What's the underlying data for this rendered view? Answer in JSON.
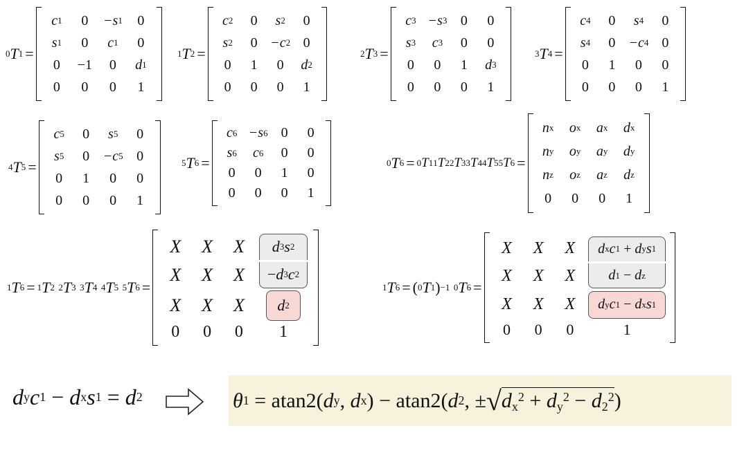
{
  "matrices": {
    "T01": {
      "sup": "0",
      "base": "T",
      "sub": "1",
      "rows": [
        [
          "c",
          "0",
          "−s",
          "0"
        ],
        [
          "s",
          "0",
          "c",
          "0"
        ],
        [
          "0",
          "−1",
          "0",
          "d"
        ],
        [
          "0",
          "0",
          "0",
          "1"
        ]
      ],
      "subs": [
        [
          "1",
          "",
          "1",
          ""
        ],
        [
          "1",
          "",
          "1",
          ""
        ],
        [
          "",
          "",
          "",
          "1"
        ],
        [
          "",
          "",
          "",
          ""
        ]
      ]
    },
    "T12": {
      "sup": "1",
      "base": "T",
      "sub": "2",
      "rows": [
        [
          "c",
          "0",
          "s",
          "0"
        ],
        [
          "s",
          "0",
          "−c",
          "0"
        ],
        [
          "0",
          "1",
          "0",
          "d"
        ],
        [
          "0",
          "0",
          "0",
          "1"
        ]
      ],
      "subs": [
        [
          "2",
          "",
          "2",
          ""
        ],
        [
          "2",
          "",
          "2",
          ""
        ],
        [
          "",
          "",
          "",
          "2"
        ],
        [
          "",
          "",
          "",
          ""
        ]
      ]
    },
    "T23": {
      "sup": "2",
      "base": "T",
      "sub": "3",
      "rows": [
        [
          "c",
          "−s",
          "0",
          "0"
        ],
        [
          "s",
          "c",
          "0",
          "0"
        ],
        [
          "0",
          "0",
          "1",
          "d"
        ],
        [
          "0",
          "0",
          "0",
          "1"
        ]
      ],
      "subs": [
        [
          "3",
          "3",
          "",
          ""
        ],
        [
          "3",
          "3",
          "",
          ""
        ],
        [
          "",
          "",
          "",
          "3"
        ],
        [
          "",
          "",
          "",
          ""
        ]
      ]
    },
    "T34": {
      "sup": "3",
      "base": "T",
      "sub": "4",
      "rows": [
        [
          "c",
          "0",
          "s",
          "0"
        ],
        [
          "s",
          "0",
          "−c",
          "0"
        ],
        [
          "0",
          "1",
          "0",
          "0"
        ],
        [
          "0",
          "0",
          "0",
          "1"
        ]
      ],
      "subs": [
        [
          "4",
          "",
          "4",
          ""
        ],
        [
          "4",
          "",
          "4",
          ""
        ],
        [
          "",
          "",
          "",
          ""
        ],
        [
          "",
          "",
          "",
          ""
        ]
      ]
    },
    "T45": {
      "sup": "4",
      "base": "T",
      "sub": "5",
      "rows": [
        [
          "c",
          "0",
          "s",
          "0"
        ],
        [
          "s",
          "0",
          "−c",
          "0"
        ],
        [
          "0",
          "1",
          "0",
          "0"
        ],
        [
          "0",
          "0",
          "0",
          "1"
        ]
      ],
      "subs": [
        [
          "5",
          "",
          "5",
          ""
        ],
        [
          "5",
          "",
          "5",
          ""
        ],
        [
          "",
          "",
          "",
          ""
        ],
        [
          "",
          "",
          "",
          ""
        ]
      ]
    },
    "T56": {
      "sup": "5",
      "base": "T",
      "sub": "6",
      "rows": [
        [
          "c",
          "−s",
          "0",
          "0"
        ],
        [
          "s",
          "c",
          "0",
          "0"
        ],
        [
          "0",
          "0",
          "1",
          "0"
        ],
        [
          "0",
          "0",
          "0",
          "1"
        ]
      ],
      "subs": [
        [
          "6",
          "6",
          "",
          ""
        ],
        [
          "6",
          "6",
          "",
          ""
        ],
        [
          "",
          "",
          "",
          ""
        ],
        [
          "",
          "",
          "",
          ""
        ]
      ]
    },
    "T06": {
      "rows": [
        [
          "n",
          "o",
          "a",
          "d"
        ],
        [
          "n",
          "o",
          "a",
          "d"
        ],
        [
          "n",
          "o",
          "a",
          "d"
        ],
        [
          "0",
          "0",
          "0",
          "1"
        ]
      ],
      "subs": [
        [
          "x",
          "x",
          "x",
          "x"
        ],
        [
          "y",
          "y",
          "y",
          "y"
        ],
        [
          "z",
          "z",
          "z",
          "z"
        ],
        [
          "",
          "",
          "",
          ""
        ]
      ]
    }
  },
  "chain_labels": {
    "t06_chain": "⁰T₁¹T₂²T₃³T₄⁴T₅⁵T₆",
    "t16_chain": "¹T₂²T₃³T₄⁴T₅⁵T₆",
    "t16_inverse": "(⁰T₁)⁻¹ ⁰T₆"
  },
  "lower_left": {
    "rows": [
      [
        "X",
        "X",
        "X"
      ],
      [
        "X",
        "X",
        "X"
      ],
      [
        "X",
        "X",
        "X"
      ],
      [
        "0",
        "0",
        "0"
      ]
    ],
    "col4": [
      "d₃s₂",
      "−d₃c₂",
      "d₂",
      "1"
    ]
  },
  "lower_right": {
    "rows": [
      [
        "X",
        "X",
        "X"
      ],
      [
        "X",
        "X",
        "X"
      ],
      [
        "X",
        "X",
        "X"
      ],
      [
        "0",
        "0",
        "0"
      ]
    ],
    "col4": [
      "dₓc₁ + d_ys₁",
      "d₁ − d_z",
      "d_yc₁ − dₓs₁",
      "1"
    ]
  },
  "equation": {
    "lhs": "d_yc₁ − dₓs₁ = d₂",
    "result": "θ₁ = atan2(d_y, dₓ) − atan2(d₂, ±√(dₓ² + d_y² − d₂²))"
  },
  "colors": {
    "gray_box": "#ececec",
    "pink_box": "#f7d8d4",
    "result_bg": "#f6f2dc"
  }
}
